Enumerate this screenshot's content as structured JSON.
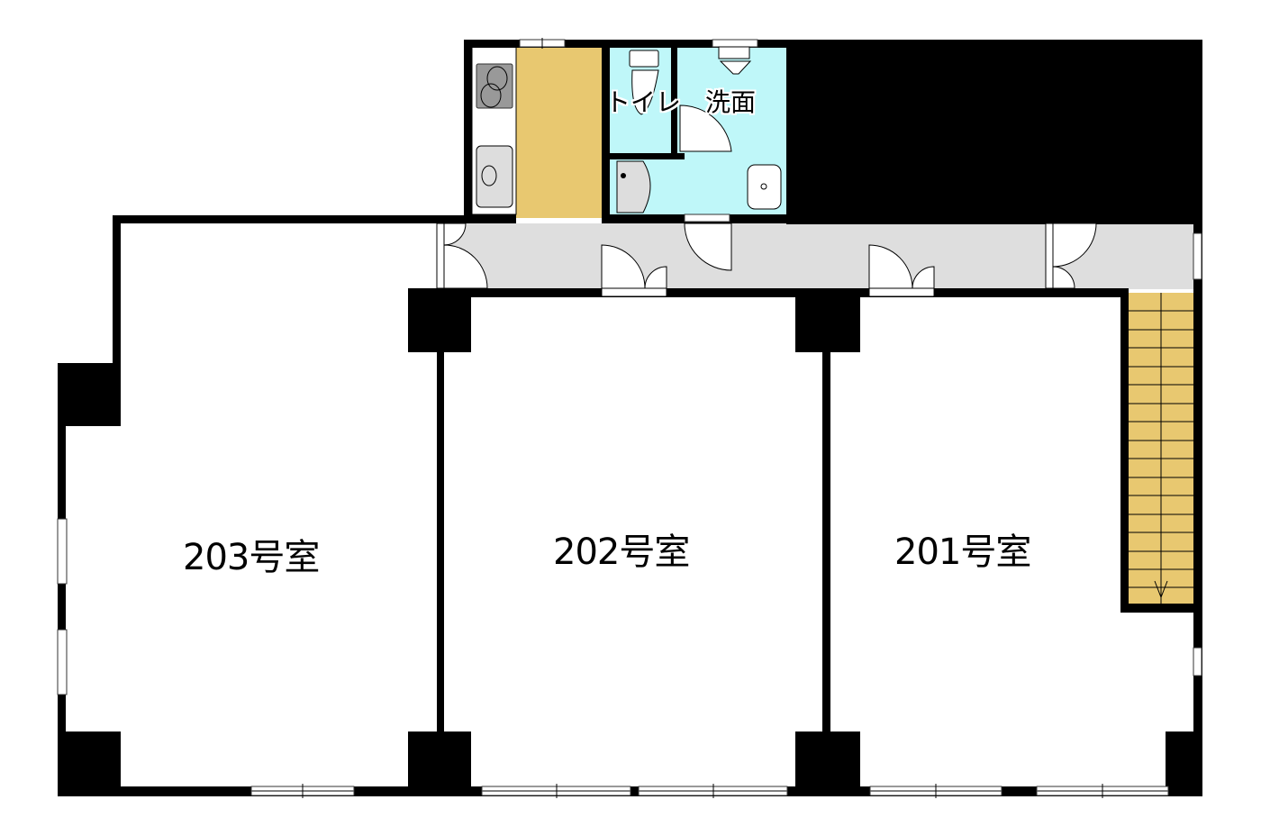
{
  "floor_plan": {
    "rooms": [
      {
        "id": "203",
        "label": "203号室"
      },
      {
        "id": "202",
        "label": "202号室"
      },
      {
        "id": "201",
        "label": "201号室"
      }
    ],
    "shared": {
      "toilet_label": "トイレ",
      "washroom_label": "洗面"
    },
    "colors": {
      "wall": "#000000",
      "kitchen_floor": "#E8C870",
      "stair": "#E8C870",
      "wet_area": "#BFF7F9",
      "corridor": "#DEDEDE",
      "room_floor": "#FFFFFF"
    },
    "stair_treads": 17,
    "stair_direction": "down"
  }
}
